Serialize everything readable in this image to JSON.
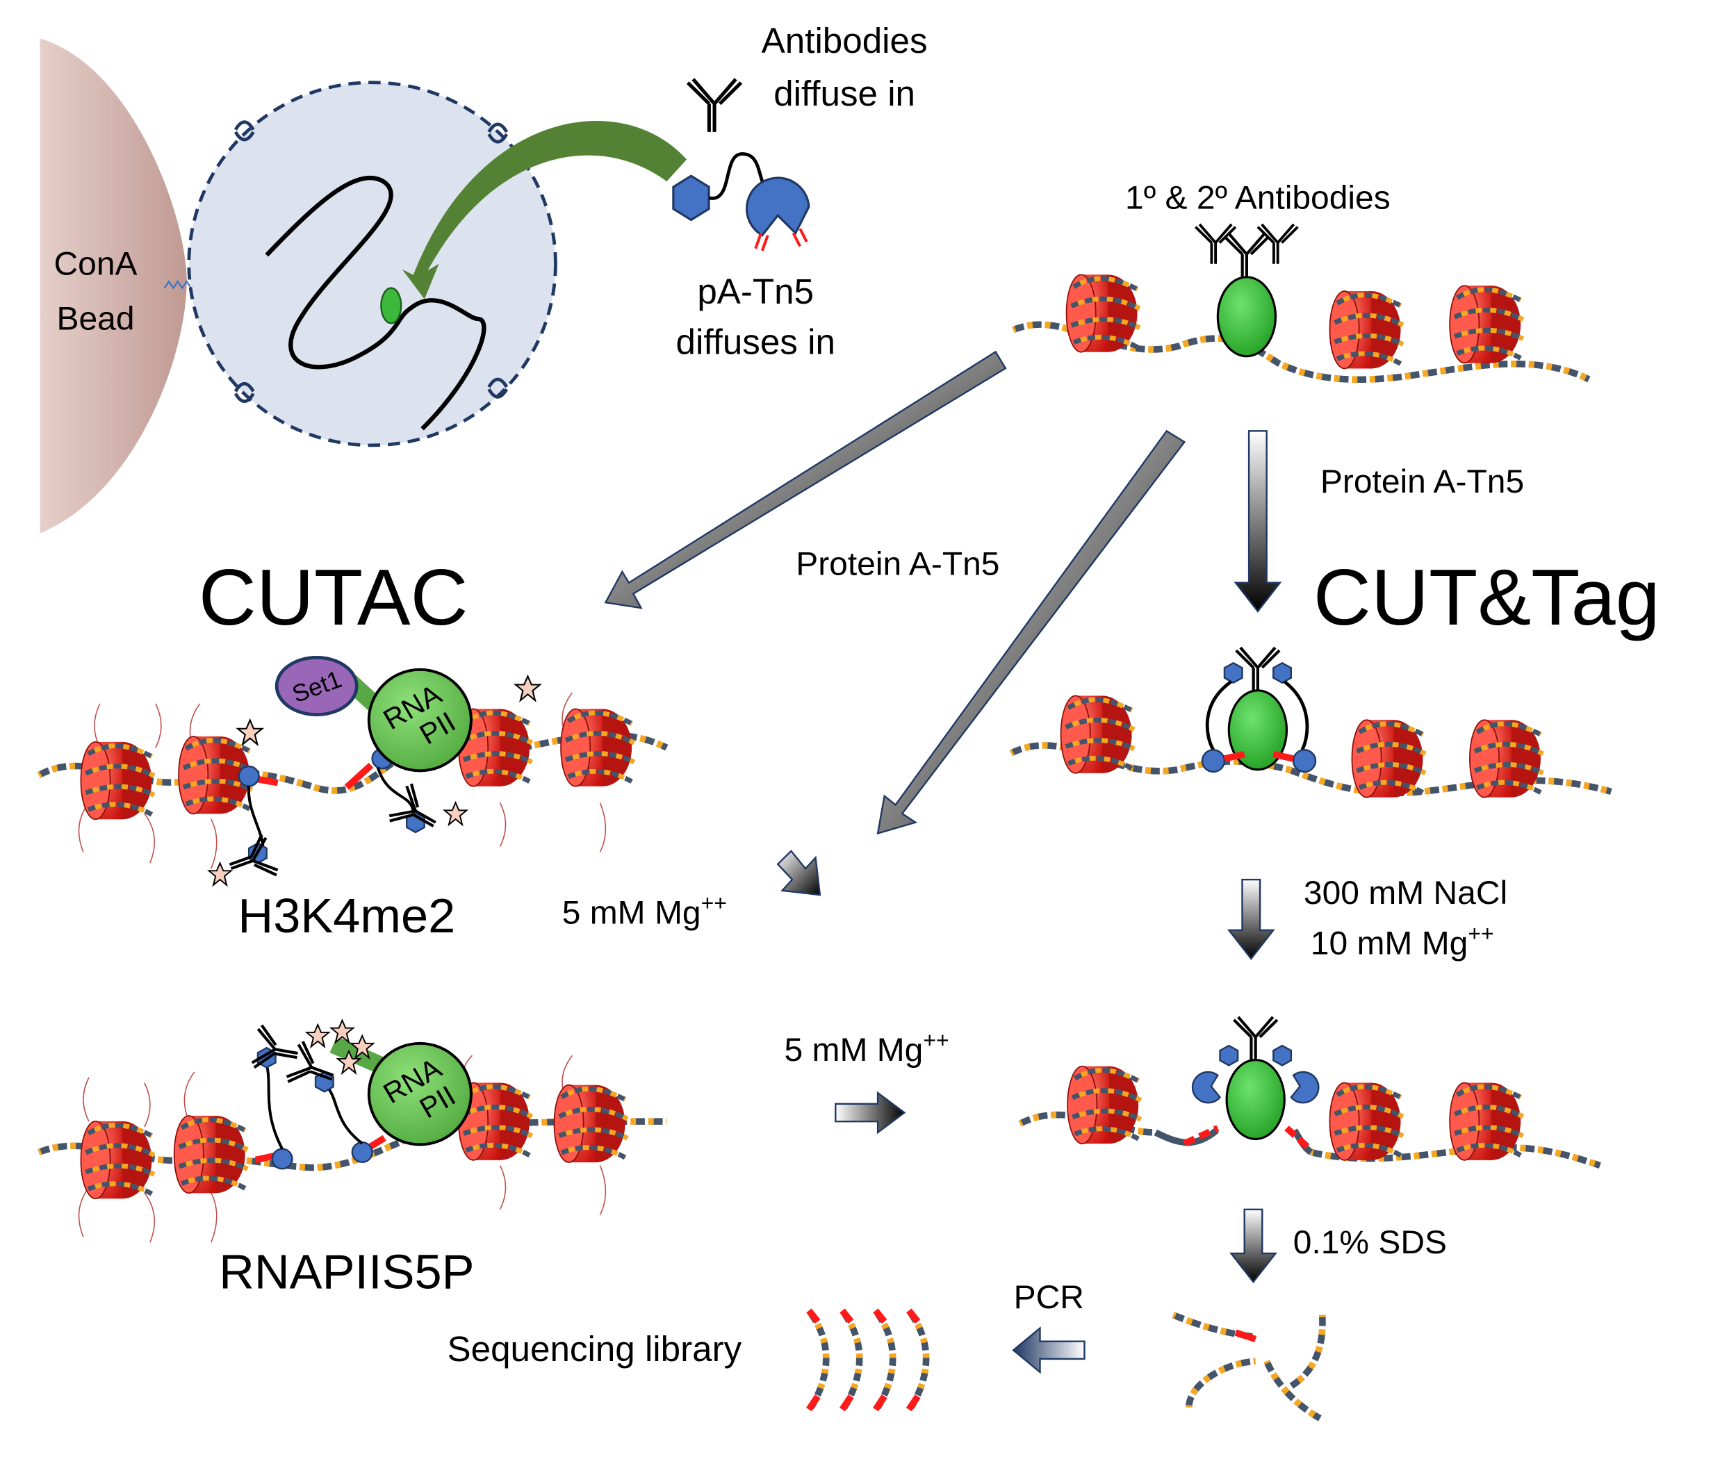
{
  "labels": {
    "bead": [
      "ConA",
      "Bead"
    ],
    "antibodies_in": [
      "Antibodies",
      "diffuse in"
    ],
    "pa_tn5_in": [
      "pA-Tn5",
      "diffuses in"
    ],
    "primary_secondary": "1º & 2º Antibodies",
    "protein_a_tn5_cutac": "Protein A-Tn5",
    "protein_a_tn5_cuttag": "Protein A-Tn5",
    "cutac_title": "CUTAC",
    "cuttag_title": "CUT&Tag",
    "set1": "Set1",
    "rnapii_1": [
      "RNA",
      "PII"
    ],
    "rnapii_2": [
      "RNA",
      "PII"
    ],
    "h3k4me2": "H3K4me2",
    "rnapiis5p": "RNAPIIS5P",
    "mg_5mM_upper": "5 mM Mg",
    "mg_5mM_lower": "5 mM Mg",
    "superscript": "++",
    "nacl": "300 mM NaCl",
    "mg_10mM": "10 mM Mg",
    "sds": "0.1% SDS",
    "pcr": "PCR",
    "library": "Sequencing library"
  },
  "colors": {
    "bead": "#c9a49e",
    "nucleus_fill": "#dce3ee",
    "nucleus_border": "#1f3864",
    "arrow_green": "#548235",
    "nucleosome_red": "#e0201b",
    "dna_blue": "#44546a",
    "dna_orange": "#f5a623",
    "antigen_green": "#3cb93c",
    "pa_blue": "#4472c4",
    "set1_purple": "#9966b8",
    "cut_red": "#ff1a1a"
  }
}
